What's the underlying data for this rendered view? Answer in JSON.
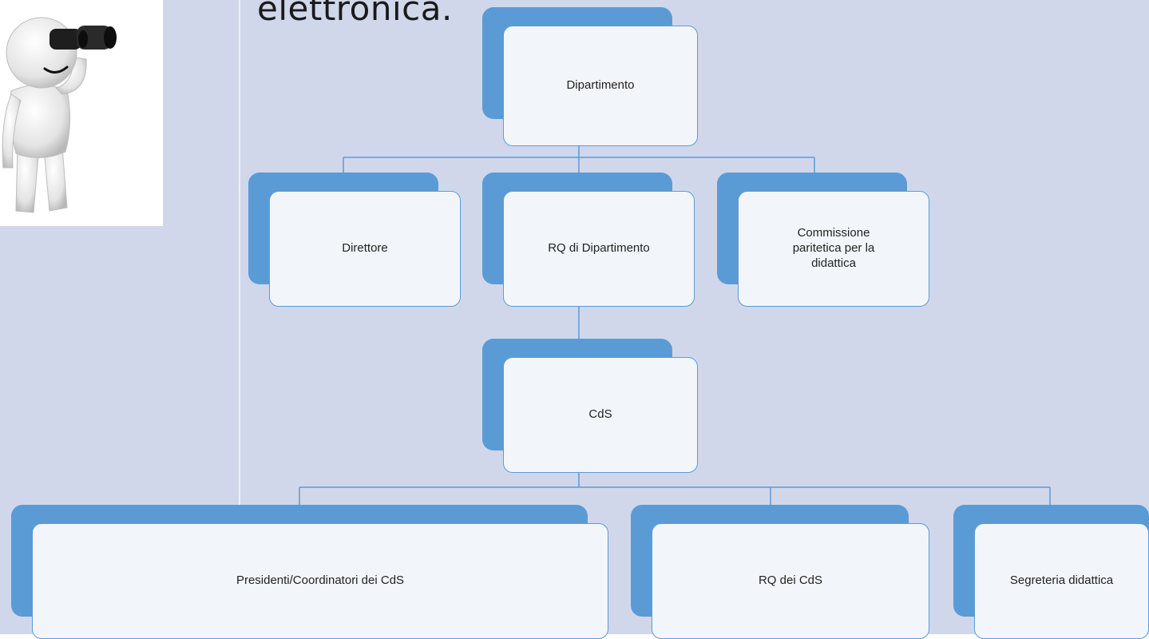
{
  "slide": {
    "title_fragment": "elettronica."
  },
  "figure": {
    "icon": "binoculars-man-icon"
  },
  "diagram": {
    "root": "Dipartimento",
    "level1": [
      "Direttore",
      "RQ di Dipartimento",
      "Commissione\nparitetica per la\ndidattica"
    ],
    "level2": "CdS",
    "level3": [
      "Presidenti/Coordinatori dei CdS",
      "RQ dei CdS",
      "Segreteria didattica"
    ]
  },
  "colors": {
    "accent": "#5b9bd5",
    "background": "#d1d7ea",
    "box_fill": "#f2f6fb"
  }
}
